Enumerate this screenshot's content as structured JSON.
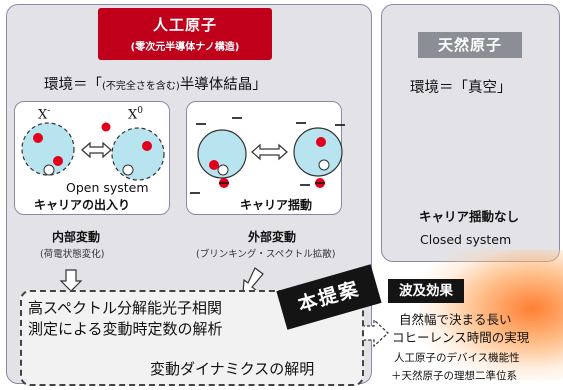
{
  "artificial_atom": {
    "title": "人工原子",
    "subtitle": "(零次元半導体ナノ構造)",
    "env_prefix": "環境＝「",
    "env_small": "(不完全さを含む)",
    "env_main": "半導体結晶」"
  },
  "left_subpanel": {
    "label_x_minus": "X",
    "label_x_minus_sup": "-",
    "label_x_zero": "X",
    "label_x_zero_sup": "0",
    "open_system": "Open system",
    "caption": "キャリアの出入り"
  },
  "right_subpanel": {
    "caption": "キャリア揺動"
  },
  "internal": {
    "label": "内部変動",
    "sub": "(荷電状態変化)"
  },
  "external": {
    "label": "外部変動",
    "sub": "(ブリンキング・スペクトル拡散)"
  },
  "proposal": {
    "line1": "高スペクトル分解能光子相関",
    "line2": "測定による変動時定数の解析",
    "line3": "変動ダイナミクスの解明",
    "stamp": "本提案"
  },
  "natural_atom": {
    "title": "天然原子",
    "env": "環境＝「真空」",
    "caption": "キャリア揺動なし",
    "closed_system": "Closed system"
  },
  "ripple": {
    "title": "波及効果",
    "line1": "自然幅で決まる長い",
    "line2": "コヒーレンス時間の実現",
    "line3": "人工原子のデバイス機能性",
    "line4": "＋天然原子の理想二準位系"
  },
  "colors": {
    "title_red": "#c0001a",
    "dot_red": "#e0001b",
    "dot_cyan": "#29c8ff",
    "circle_fill": "#b7e4ee",
    "gray_title": "#8b8e95"
  }
}
